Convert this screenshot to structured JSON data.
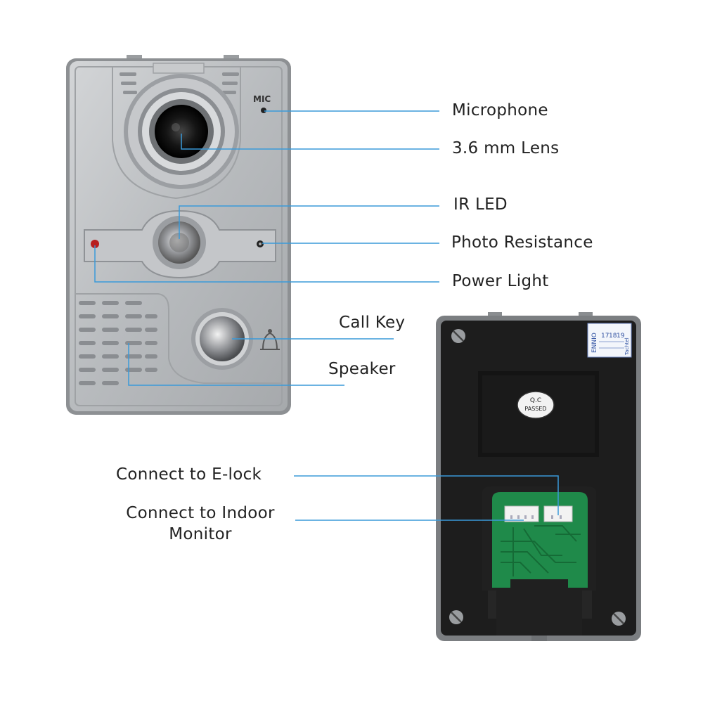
{
  "front_panel": {
    "mic_text": "MIC"
  },
  "back_panel": {
    "qc_sticker_line1": "Q.C",
    "qc_sticker_line2": "PASSED",
    "spec_sticker_brand": "ENNIO",
    "spec_sticker_numbers": [
      "17",
      "18",
      "19"
    ],
    "spec_sticker_side": "Tachtel"
  },
  "callouts": [
    {
      "id": "microphone",
      "label": "Microphone"
    },
    {
      "id": "lens",
      "label": "3.6 mm Lens"
    },
    {
      "id": "ir-led",
      "label": "IR LED"
    },
    {
      "id": "photo-resistance",
      "label": "Photo Resistance"
    },
    {
      "id": "power-light",
      "label": "Power Light"
    },
    {
      "id": "call-key",
      "label": "Call Key"
    },
    {
      "id": "speaker",
      "label": "Speaker"
    },
    {
      "id": "e-lock",
      "label": "Connect to E-lock"
    },
    {
      "id": "indoor-monitor",
      "label": "Connect to Indoor Monitor"
    }
  ],
  "colors": {
    "leader_line": "#3a9ad9",
    "front_panel": "#b9bcbf",
    "back_panel": "#1c1c1c",
    "pcb": "#1f8a4a"
  }
}
